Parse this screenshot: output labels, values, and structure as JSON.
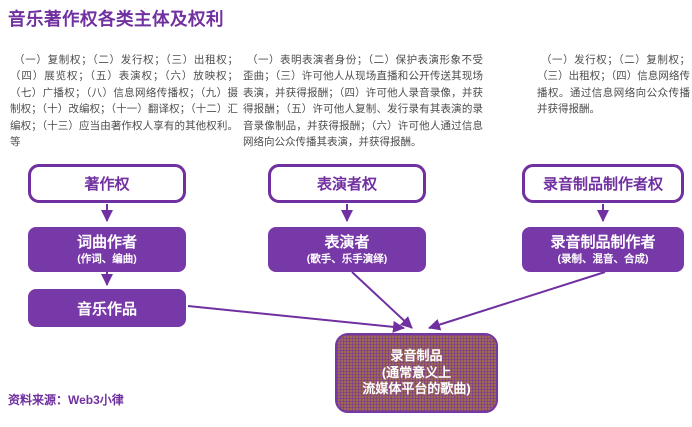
{
  "title": "音乐著作权各类主体及权利",
  "notes": [
    {
      "text": "（一）复制权；（二）发行权；（三）出租权；（四）展览权；（五）表演权；（六）放映权；（七）广播权；（八）信息网络传播权；（九）摄制权；（十）改编权；（十一）翻译权；（十二）汇编权；（十三）应当由著作权人享有的其他权利。等"
    },
    {
      "text": "（一）表明表演者身份；（二）保护表演形象不受歪曲；（三）许可他人从现场直播和公开传送其现场表演，并获得报酬；（四）许可他人录音录像，并获得报酬；（五）许可他人复制、发行录有其表演的录音录像制品，并获得报酬；（六）许可他人通过信息网络向公众传播其表演，并获得报酬。"
    },
    {
      "text": "（一）发行权；（二）复制权；（三）出租权；（四）信息网络传播权。通过信息网络向公众传播并获得报酬。"
    }
  ],
  "diagram": {
    "columns": [
      {
        "right_label": "著作权",
        "subject_label": "词曲作者",
        "subject_sub": "(作词、编曲)",
        "work_label": "音乐作品"
      },
      {
        "right_label": "表演者权",
        "subject_label": "表演者",
        "subject_sub": "(歌手、乐手演绎)"
      },
      {
        "right_label": "录音制品制作者权",
        "subject_label": "录音制品制作者",
        "subject_sub": "(录制、混音、合成)"
      }
    ],
    "result_box": {
      "line1": "录音制品",
      "line2": "(通常意义上",
      "line3": "流媒体平台的歌曲)"
    }
  },
  "source": "资料来源：Web3小律",
  "colors": {
    "purple": "#7030A0",
    "filled_box": "#7839A8",
    "result_box_base": "#9E6853",
    "note_text": "#4D4D4D",
    "background": "#FFFFFF"
  }
}
